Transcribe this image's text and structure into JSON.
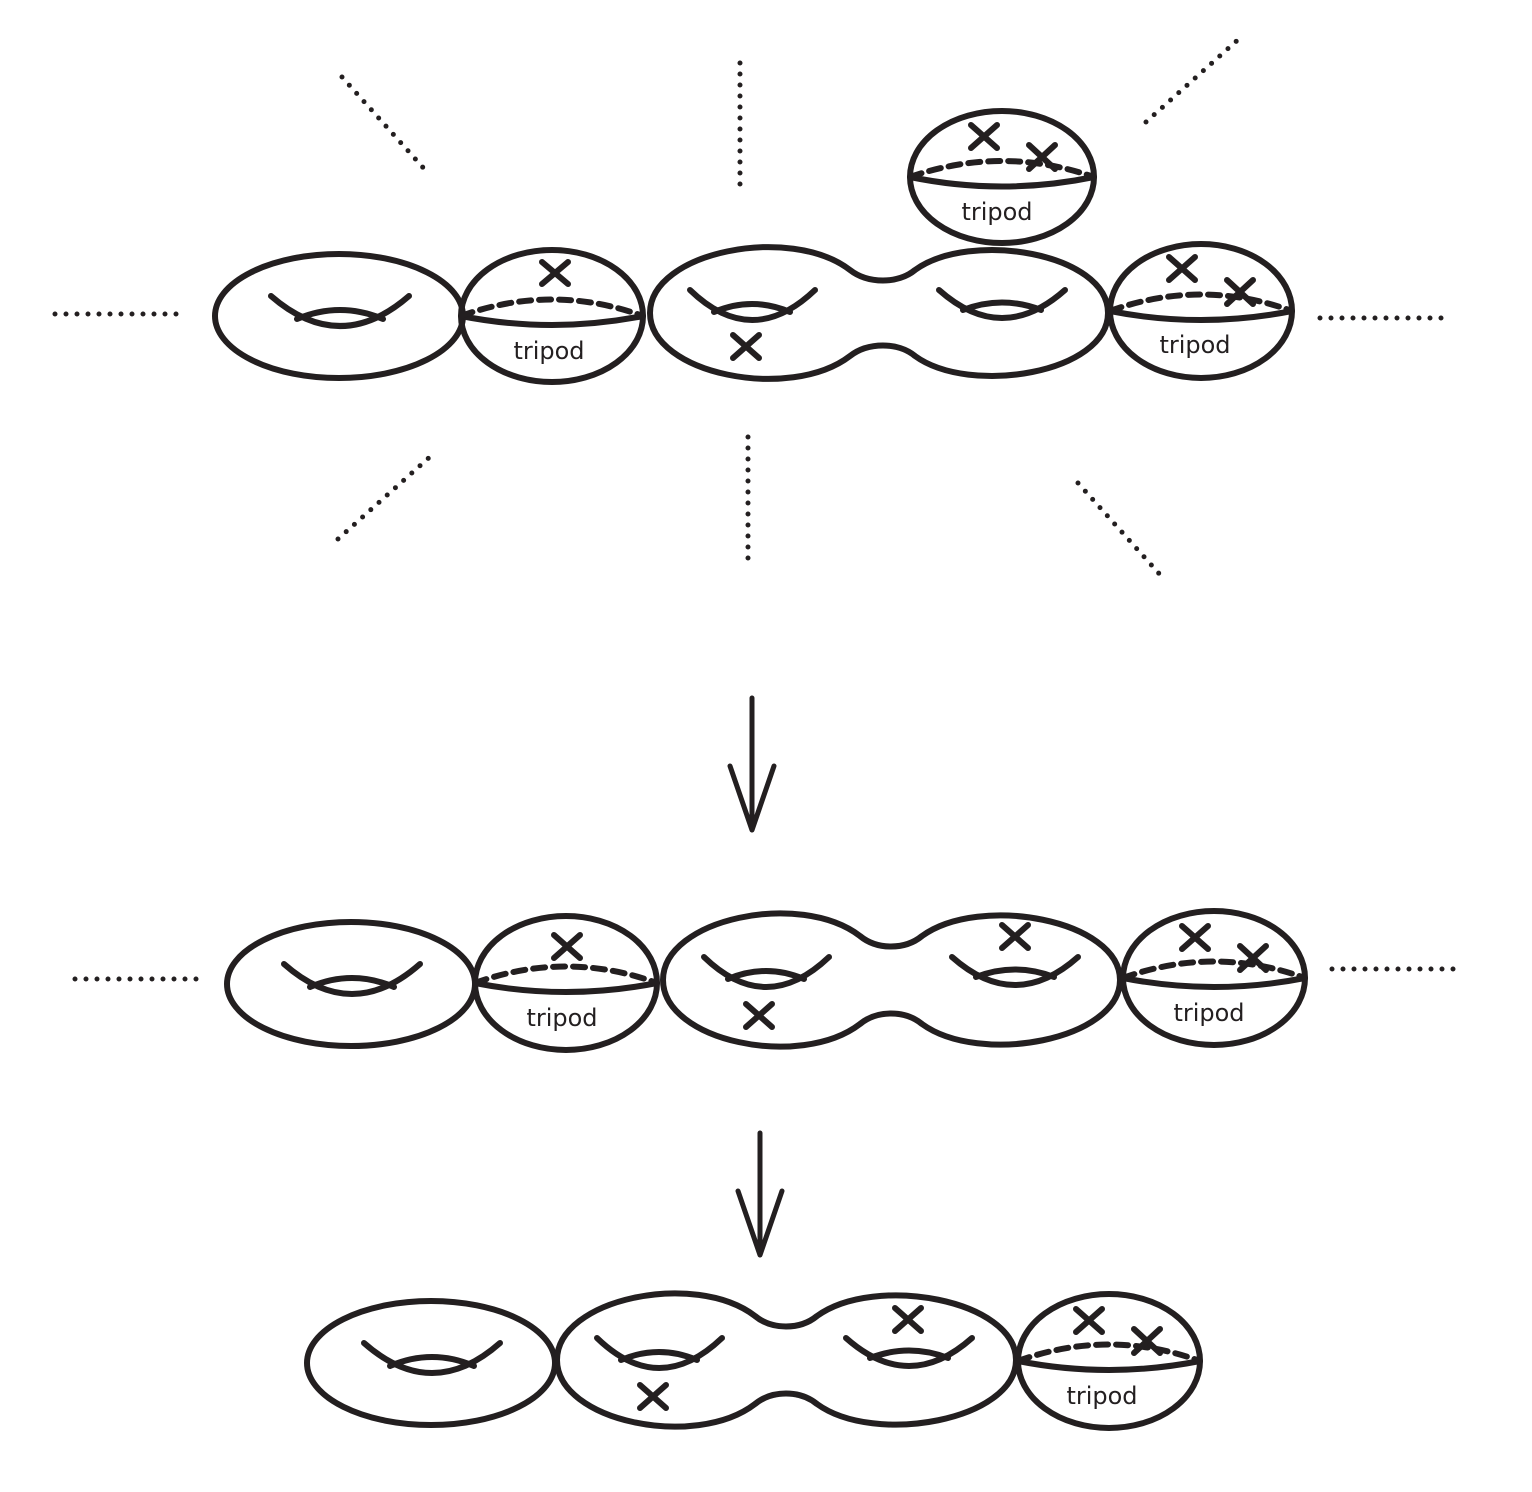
{
  "labels": {
    "tripod": "tripod"
  },
  "colors": {
    "stroke": "#231f20",
    "background": "#ffffff"
  },
  "figure": {
    "rows": [
      {
        "name": "top-degeneration-row",
        "components": [
          "torus",
          "tripod",
          "genus-two-surface",
          "tripod-bubble",
          "tripod"
        ]
      },
      {
        "name": "middle-curve-row",
        "components": [
          "torus",
          "tripod",
          "genus-two-surface",
          "tripod"
        ]
      },
      {
        "name": "bottom-curve-row",
        "components": [
          "torus",
          "genus-two-surface",
          "tripod"
        ]
      }
    ],
    "arrows": [
      "down-arrow",
      "down-arrow"
    ]
  }
}
